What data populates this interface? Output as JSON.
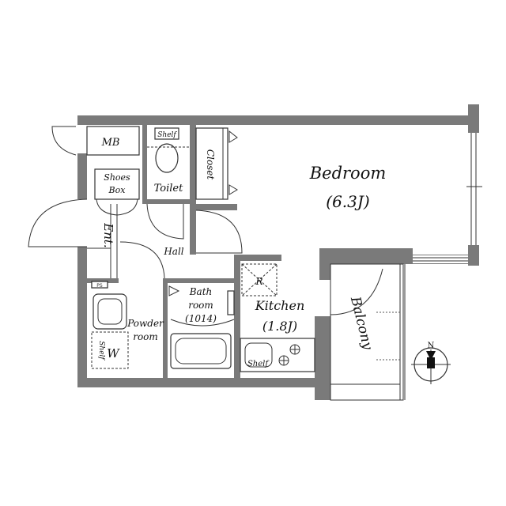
{
  "rooms": {
    "bedroom": {
      "name": "Bedroom",
      "size": "(6.3J)"
    },
    "kitchen": {
      "name": "Kitchen",
      "size": "(1.8J)"
    },
    "bath": {
      "name_line1": "Bath",
      "name_line2": "room",
      "size": "(1014)"
    },
    "powder": {
      "name_line1": "Powder",
      "name_line2": "room"
    },
    "toilet": "Toilet",
    "hall": "Hall",
    "entrance": "Ent.",
    "balcony": "Balcony",
    "closet": "Closet"
  },
  "fixtures": {
    "mb": "MB",
    "shoes_box_line1": "Shoes",
    "shoes_box_line2": "Box",
    "shelf_toilet": "Shelf",
    "shelf_kitchen": "Shelf",
    "shelf_powder": "Shelf",
    "fridge": "R",
    "washer": "W",
    "ps": "PS"
  },
  "compass": {
    "north": "N"
  },
  "colors": {
    "wall": "#7a7a7a",
    "line": "#333333"
  }
}
